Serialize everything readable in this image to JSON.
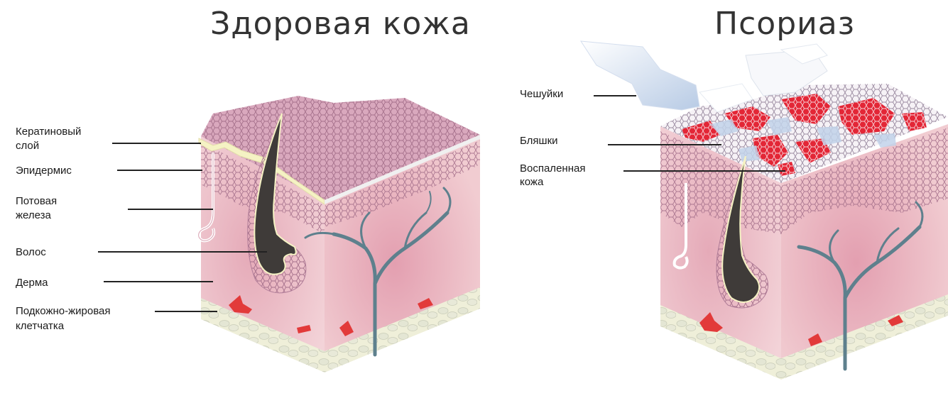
{
  "titles": {
    "healthy": "Здоровая кожа",
    "psoriasis": "Псориаз"
  },
  "healthy_labels": {
    "keratin_l1": "Кератиновый",
    "keratin_l2": "слой",
    "epidermis": "Эпидермис",
    "sweat_l1": "Потовая",
    "sweat_l2": "железа",
    "hair": "Волос",
    "dermis": "Дерма",
    "subcut_l1": "Подкожно-жировая",
    "subcut_l2": "клетчатка"
  },
  "psoriasis_labels": {
    "scales": "Чешуйки",
    "plaques": "Бляшки",
    "inflamed_l1": "Воспаленная",
    "inflamed_l2": "кожа"
  },
  "colors": {
    "dermis": "#e9b8bf",
    "epidermis_cells": "#b07d98",
    "keratin": "#f2f0c8",
    "hair": "#3e3a38",
    "vessel": "#5d7f8c",
    "fat": "#eeeed8",
    "plaque": "#e32636",
    "scale": "#c9d9ee"
  }
}
